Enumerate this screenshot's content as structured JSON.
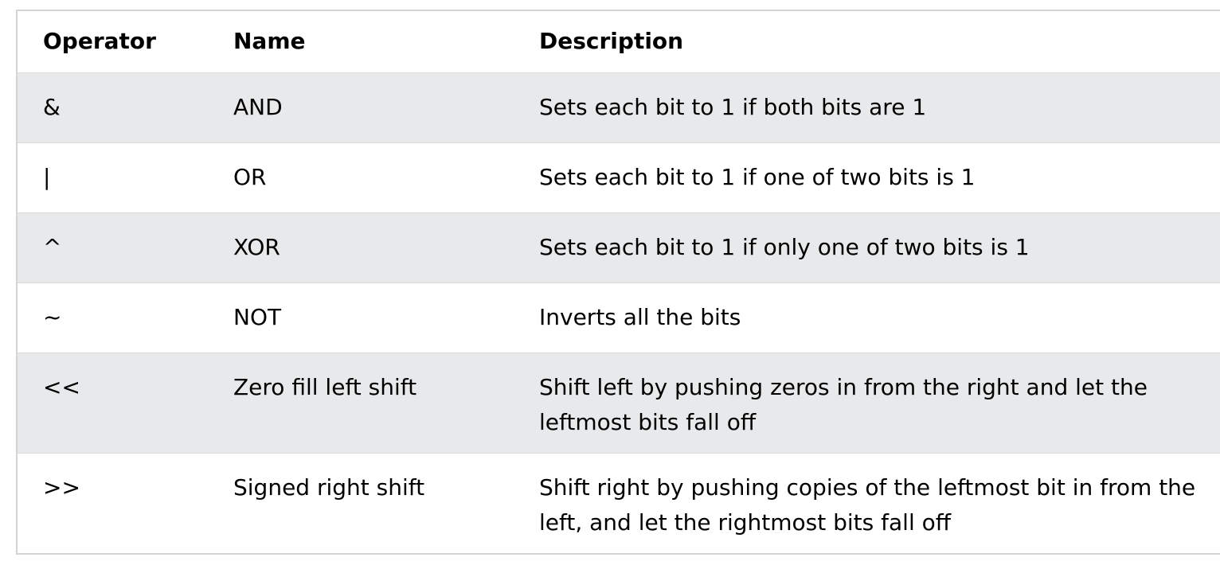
{
  "table": {
    "headers": [
      "Operator",
      "Name",
      "Description"
    ],
    "rows": [
      {
        "operator": "&",
        "name": "AND",
        "description": "Sets each bit to 1 if both bits are 1"
      },
      {
        "operator": "|",
        "name": "OR",
        "description": "Sets each bit to 1 if one of two bits is 1"
      },
      {
        "operator": "^",
        "name": "XOR",
        "description": "Sets each bit to 1 if only one of two bits is 1"
      },
      {
        "operator": "~",
        "name": "NOT",
        "description": "Inverts all the bits"
      },
      {
        "operator": "<<",
        "name": "Zero fill left shift",
        "description": "Shift left by pushing zeros in from the right and let the leftmost bits fall off"
      },
      {
        "operator": ">>",
        "name": "Signed right shift",
        "description": "Shift right by pushing copies of the leftmost bit in from the left, and let the rightmost bits fall off"
      }
    ]
  },
  "colors": {
    "shaded_row": "#e7e9eb",
    "border": "#d4d4d4",
    "text": "#000000"
  }
}
